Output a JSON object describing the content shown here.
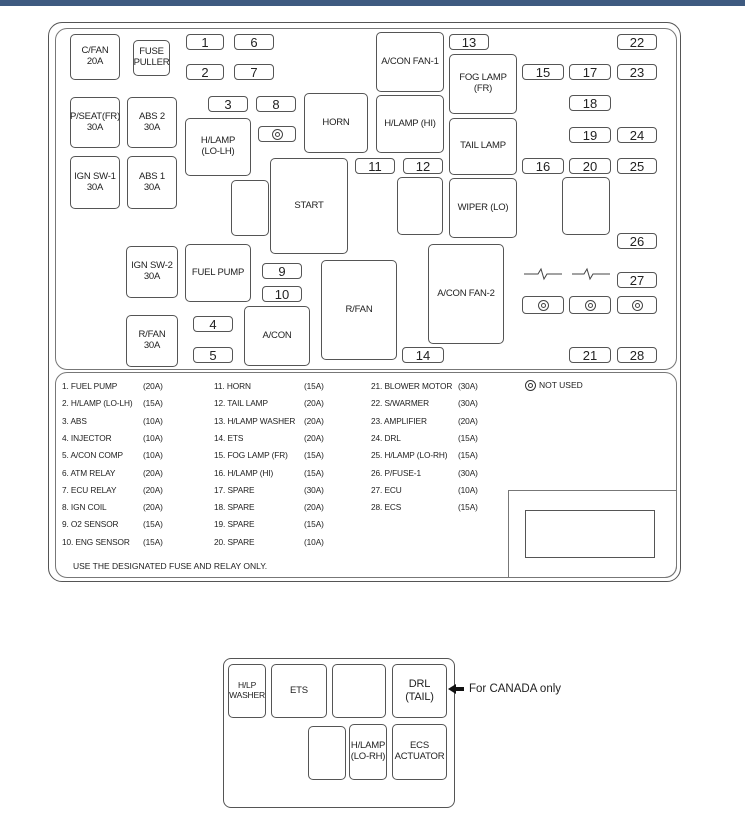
{
  "main_panel": {
    "relays": {
      "cfan": "C/FAN\n20A",
      "fuse_puller": "FUSE\nPULLER",
      "pseat": "P/SEAT(FR)\n30A",
      "abs2": "ABS 2\n30A",
      "ignsw1": "IGN SW-1\n30A",
      "abs1": "ABS 1\n30A",
      "hlamp_lolh": "H/LAMP\n(LO-LH)",
      "horn": "HORN",
      "aconfan1": "A/CON FAN-1",
      "hlamp_hi": "H/LAMP (HI)",
      "foglamp": "FOG LAMP\n(FR)",
      "taillamp": "TAIL LAMP",
      "start": "START",
      "wiper": "WIPER (LO)",
      "ignsw2": "IGN SW-2\n30A",
      "fuelpump": "FUEL PUMP",
      "rfan_small": "R/FAN\n30A",
      "acon": "A/CON",
      "rfan": "R/FAN",
      "aconfan2": "A/CON FAN-2"
    },
    "fuse_numbers": [
      "1",
      "2",
      "3",
      "4",
      "5",
      "6",
      "7",
      "8",
      "9",
      "10",
      "11",
      "12",
      "13",
      "14",
      "15",
      "16",
      "17",
      "18",
      "19",
      "20",
      "21",
      "22",
      "23",
      "24",
      "25",
      "26",
      "27",
      "28"
    ]
  },
  "legend": {
    "col1": [
      {
        "name": "1. FUEL PUMP",
        "amp": "(20A)"
      },
      {
        "name": "2. H/LAMP (LO-LH)",
        "amp": "(15A)"
      },
      {
        "name": "3. ABS",
        "amp": "(10A)"
      },
      {
        "name": "4. INJECTOR",
        "amp": "(10A)"
      },
      {
        "name": "5. A/CON COMP",
        "amp": "(10A)"
      },
      {
        "name": "6. ATM RELAY",
        "amp": "(20A)"
      },
      {
        "name": "7. ECU RELAY",
        "amp": "(20A)"
      },
      {
        "name": "8. IGN COIL",
        "amp": "(20A)"
      },
      {
        "name": "9. O2 SENSOR",
        "amp": "(15A)"
      },
      {
        "name": "10. ENG SENSOR",
        "amp": "(15A)"
      }
    ],
    "col2": [
      {
        "name": "11. HORN",
        "amp": "(15A)"
      },
      {
        "name": "12. TAIL LAMP",
        "amp": "(20A)"
      },
      {
        "name": "13. H/LAMP WASHER",
        "amp": "(20A)"
      },
      {
        "name": "14. ETS",
        "amp": "(20A)"
      },
      {
        "name": "15. FOG LAMP (FR)",
        "amp": "(15A)"
      },
      {
        "name": "16. H/LAMP (HI)",
        "amp": "(15A)"
      },
      {
        "name": "17. SPARE",
        "amp": "(30A)"
      },
      {
        "name": "18. SPARE",
        "amp": "(20A)"
      },
      {
        "name": "19. SPARE",
        "amp": "(15A)"
      },
      {
        "name": "20. SPARE",
        "amp": "(10A)"
      }
    ],
    "col3": [
      {
        "name": "21. BLOWER MOTOR",
        "amp": "(30A)"
      },
      {
        "name": "22. S/WARMER",
        "amp": "(30A)"
      },
      {
        "name": "23. AMPLIFIER",
        "amp": "(20A)"
      },
      {
        "name": "24. DRL",
        "amp": "(15A)"
      },
      {
        "name": "25. H/LAMP (LO-RH)",
        "amp": "(15A)"
      },
      {
        "name": "26. P/FUSE-1",
        "amp": "(30A)"
      },
      {
        "name": "27. ECU",
        "amp": "(10A)"
      },
      {
        "name": "28. ECS",
        "amp": "(15A)"
      }
    ],
    "not_used": "NOT USED",
    "footer": "USE THE DESIGNATED FUSE AND RELAY ONLY."
  },
  "canada_panel": {
    "hlp_washer": "H/LP\nWASHER",
    "ets": "ETS",
    "drl": "DRL\n(TAIL)",
    "hlamp_lorh": "H/LAMP\n(LO-RH)",
    "ecs": "ECS\nACTUATOR",
    "note": "For CANADA only"
  }
}
